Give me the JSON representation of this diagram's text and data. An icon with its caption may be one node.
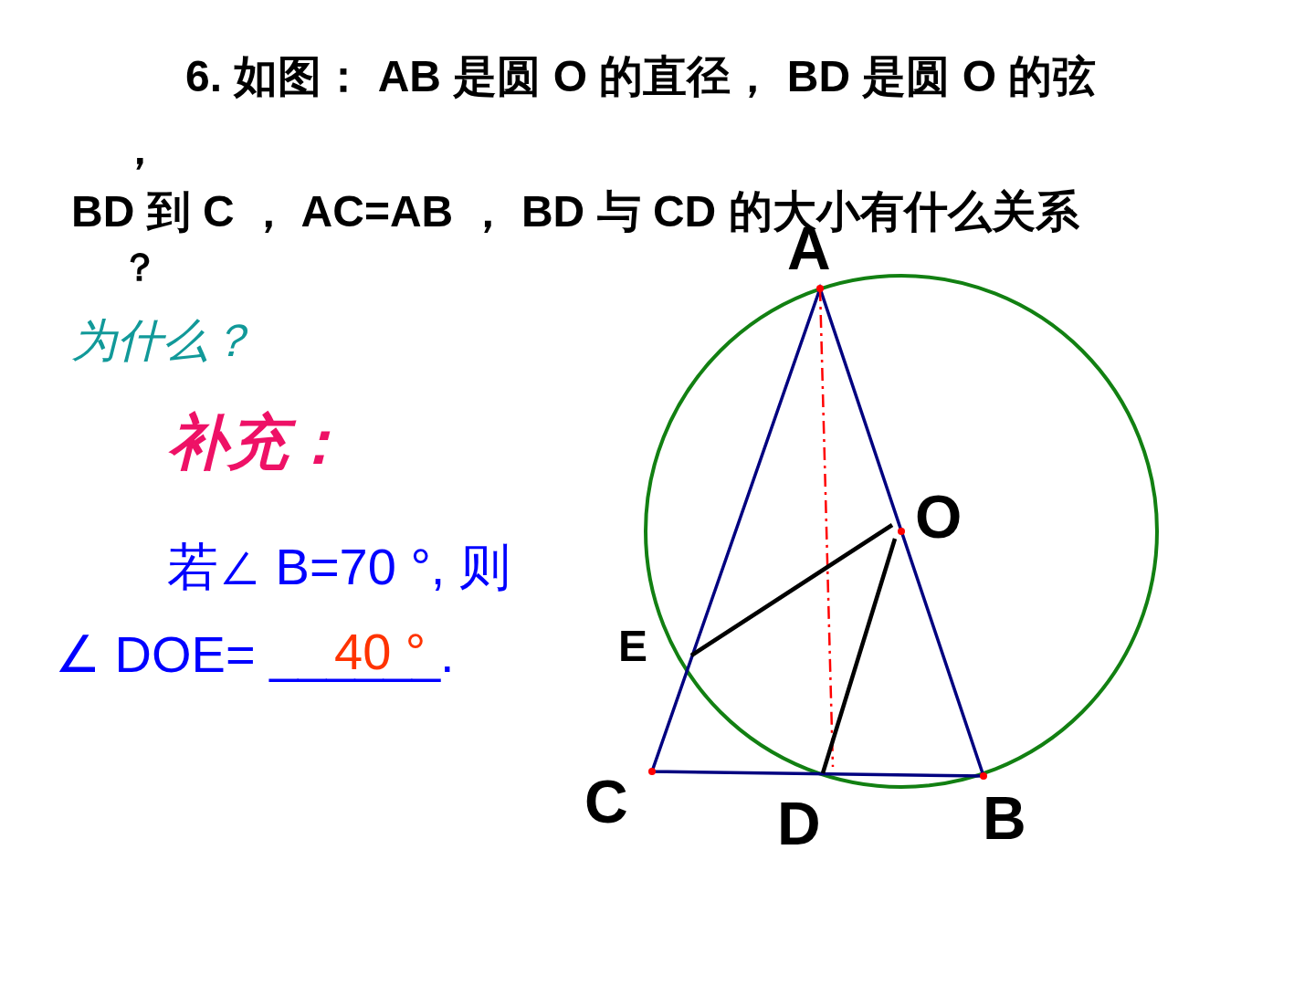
{
  "diagram": {
    "labels": [
      "6. 如图： AB 是圆 O 的直径， BD 是圆 O 的弦",
      "，",
      "BD 到 C ， AC=AB ， BD 与 CD 的大小有什么关系",
      "？",
      "为什么？",
      "补充：",
      "若∠ B=70 °, 则",
      "∠ DOE= ______.",
      "40 °",
      "A",
      "O",
      "E",
      "C",
      "D",
      "B"
    ]
  }
}
